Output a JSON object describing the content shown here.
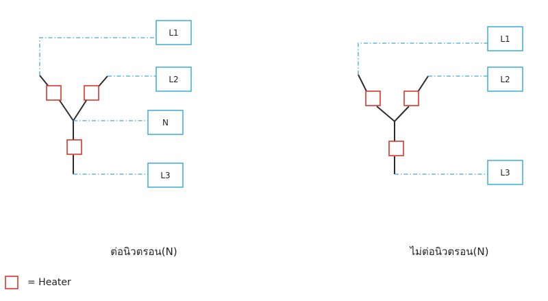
{
  "colors": {
    "terminal_border": "#3aaad8",
    "dash_line": "#3aaad8",
    "heater": "#d9342b",
    "wire": "#2b2b2b"
  },
  "diagrams": [
    {
      "caption": "ต่อนิวตรอน(N)",
      "terminals": [
        "L1",
        "L2",
        "N",
        "L3"
      ]
    },
    {
      "caption": "ไม่ต่อนิวตรอน(N)",
      "terminals": [
        "L1",
        "L2",
        "L3"
      ]
    }
  ],
  "legend": {
    "text": "= Heater",
    "icon": "heater-square-icon"
  }
}
